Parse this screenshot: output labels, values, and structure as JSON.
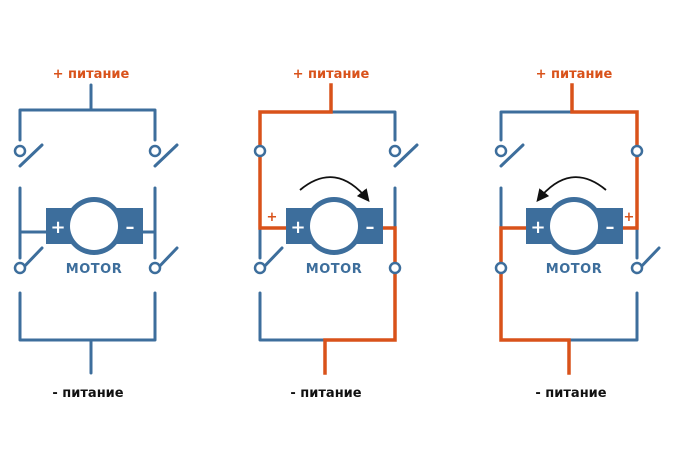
{
  "labels": {
    "positive_supply": "+ питание",
    "negative_supply": "- питание",
    "motor": "MOTOR",
    "terminal_plus": "+",
    "terminal_minus": "–",
    "polarity_plus": "+"
  },
  "colors": {
    "wire": "#3d6e9c",
    "active": "#d9521a",
    "motor_body": "#3d6e9c",
    "label_plus": "#d9521a",
    "label_minus": "#111111",
    "background": "#ffffff"
  },
  "diagrams": [
    {
      "id": "idle",
      "active_path": "none",
      "rotation": "none"
    },
    {
      "id": "forward",
      "active_path": "left-top-to-right-bottom",
      "rotation": "clockwise"
    },
    {
      "id": "reverse",
      "active_path": "right-top-to-left-bottom",
      "rotation": "counterclockwise"
    }
  ]
}
